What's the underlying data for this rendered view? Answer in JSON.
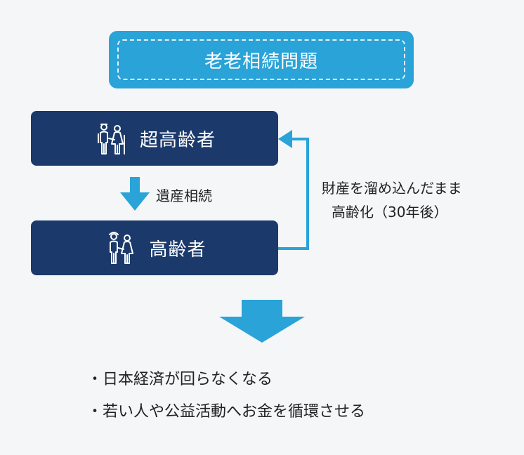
{
  "title": "老老相続問題",
  "boxes": {
    "super_elderly": {
      "label": "超高齢者",
      "icon": "elderly-couple-icon"
    },
    "elderly": {
      "label": "高齢者",
      "icon": "elderly-couple-icon"
    }
  },
  "inheritance_label": "遺産相続",
  "side_note": {
    "line1": "財産を溜め込んだまま",
    "line2": "高齢化（30年後）"
  },
  "consequences": [
    "日本経済が回らなくなる",
    "若い人や公益活動へお金を循環させる"
  ],
  "bullet_char": "・",
  "colors": {
    "accent_blue": "#29a3d8",
    "navy": "#1b3a6b",
    "background": "#f5f6f8",
    "text": "#222222"
  }
}
